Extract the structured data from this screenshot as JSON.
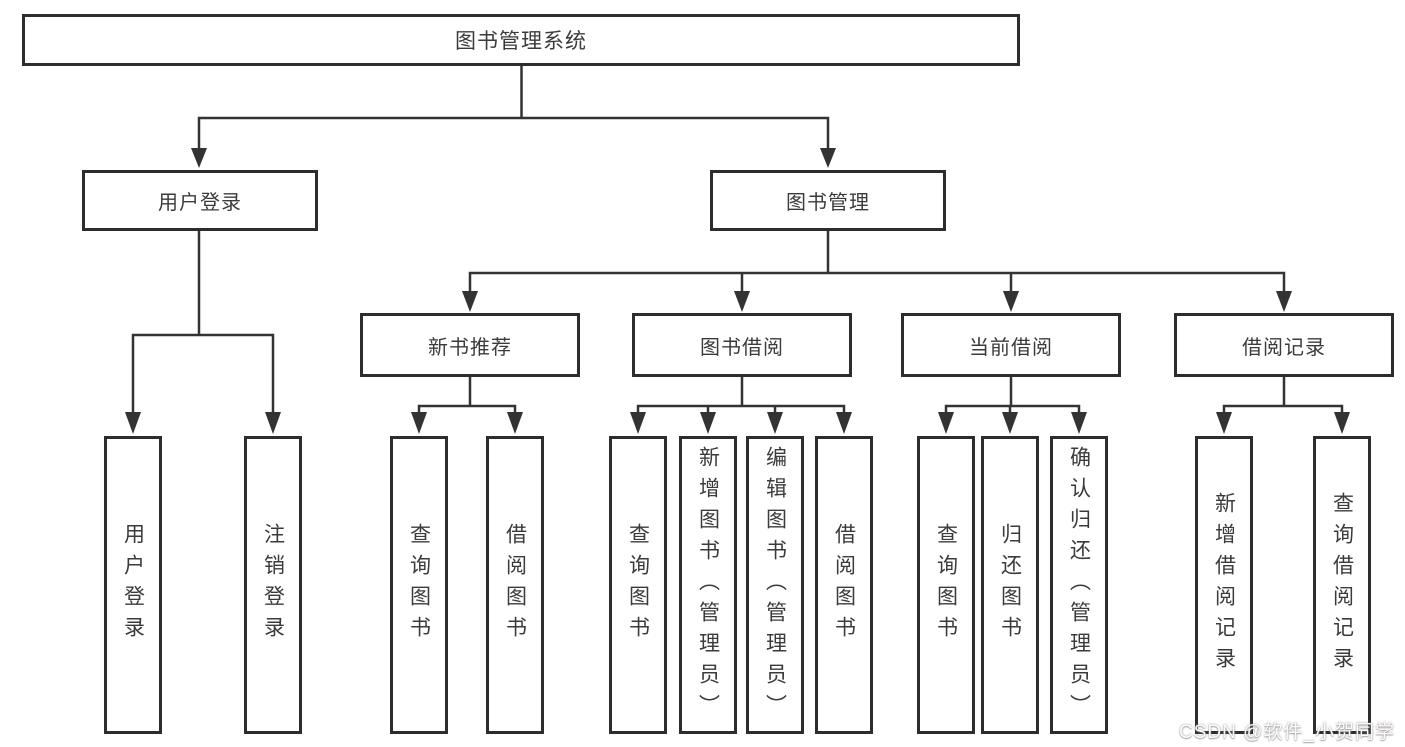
{
  "tree": {
    "label": "图书管理系统",
    "children": [
      {
        "label": "用户登录",
        "children": [
          {
            "label": "用户登录"
          },
          {
            "label": "注销登录"
          }
        ]
      },
      {
        "label": "图书管理",
        "children": [
          {
            "label": "新书推荐",
            "children": [
              {
                "label": "查询图书"
              },
              {
                "label": "借阅图书"
              }
            ]
          },
          {
            "label": "图书借阅",
            "children": [
              {
                "label": "查询图书"
              },
              {
                "label": "新增图书（管理员）"
              },
              {
                "label": "编辑图书（管理员）"
              },
              {
                "label": "借阅图书"
              }
            ]
          },
          {
            "label": "当前借阅",
            "children": [
              {
                "label": "查询图书"
              },
              {
                "label": "归还图书"
              },
              {
                "label": "确认归还（管理员）"
              }
            ]
          },
          {
            "label": "借阅记录",
            "children": [
              {
                "label": "新增借阅记录"
              },
              {
                "label": "查询借阅记录"
              }
            ]
          }
        ]
      }
    ]
  },
  "watermark": {
    "text": "CSDN @软件_小贺同学"
  },
  "colors": {
    "background": "#ffffff",
    "line": "#333333",
    "box_border": "#2d2d2d",
    "text": "#3b3b3b",
    "watermark": "#ffffff"
  }
}
